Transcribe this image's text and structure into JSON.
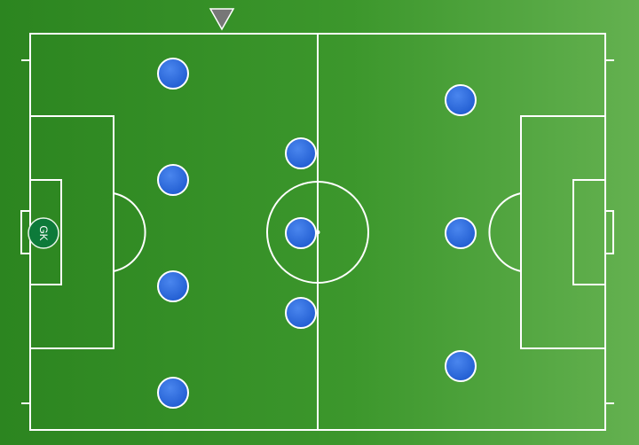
{
  "pitch": {
    "colors": {
      "grass_dark": "#2f8a22",
      "grass_light": "#63b04e",
      "lines": "#ffffff",
      "player_fill": "#2f6fe0",
      "player_stroke": "#ffffff",
      "goalkeeper_fill": "#0d7a3a",
      "marker_fill": "#7a7a7a"
    }
  },
  "goalkeeper": {
    "label": "GK"
  },
  "players": [
    {
      "name": "player-1"
    },
    {
      "name": "player-2"
    },
    {
      "name": "player-3"
    },
    {
      "name": "player-4"
    },
    {
      "name": "player-5"
    },
    {
      "name": "player-6"
    },
    {
      "name": "player-7"
    },
    {
      "name": "player-8"
    },
    {
      "name": "player-9"
    },
    {
      "name": "player-10"
    }
  ]
}
